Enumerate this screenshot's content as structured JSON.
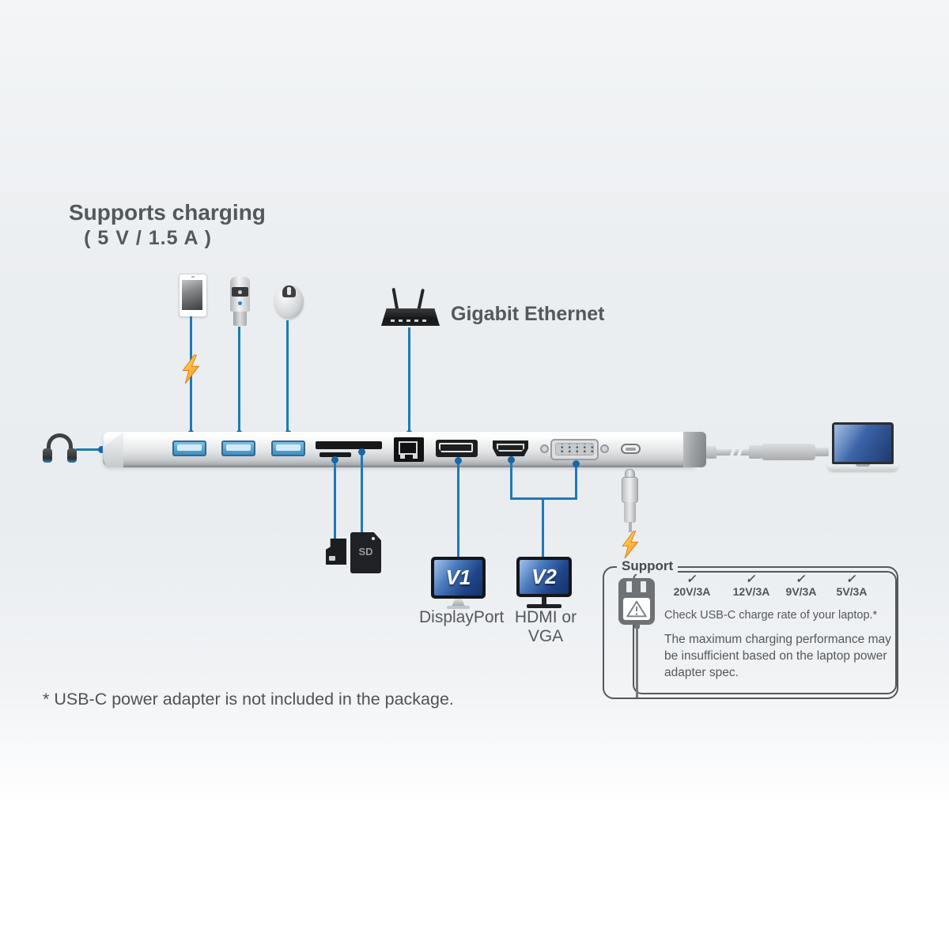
{
  "title": {
    "line1": "Supports charging",
    "line2": "( 5 V / 1.5 A )"
  },
  "ethernet_label": "Gigabit Ethernet",
  "monitors": {
    "v1": {
      "screen_label": "V1",
      "caption": "DisplayPort"
    },
    "v2": {
      "screen_label": "V2",
      "caption": "HDMI or VGA"
    }
  },
  "sd_card_label": "SD",
  "support": {
    "title": "Support",
    "check_glyph": "✓",
    "rates": [
      {
        "label": "20V/3A",
        "checked": true
      },
      {
        "label": "12V/3A",
        "checked": true
      },
      {
        "label": "9V/3A",
        "checked": true
      },
      {
        "label": "5V/3A",
        "checked": true
      }
    ],
    "note": "Check USB-C charge rate of your laptop.*",
    "body": "The maximum charging performance may be insufficient based on the laptop power adapter spec."
  },
  "footnote": "* USB-C power adapter is not included in the package.",
  "icons": {
    "headphones-icon": "css-shape",
    "smartphone-icon": "css-shape",
    "usb-drive-icon": "css-shape",
    "mouse-icon": "css-shape",
    "router-icon": "css-shape",
    "lightning-bolt-icon": "svg-shape",
    "micro-sd-card-icon": "css-shape",
    "sd-card-icon": "css-shape",
    "usb-c-plug-icon": "css-shape",
    "power-adapter-icon": "css-shape",
    "warning-triangle-icon": "svg-shape",
    "laptop-icon": "css-shape"
  },
  "colors": {
    "line_blue": "#1d7ab8",
    "usb_port_blue": "#5aa5d8",
    "bolt_yellow": "#f7a01e",
    "monitor_screen_blue": "#2c55a0",
    "text_gray": "#55585a",
    "background": "#ebeef1"
  }
}
